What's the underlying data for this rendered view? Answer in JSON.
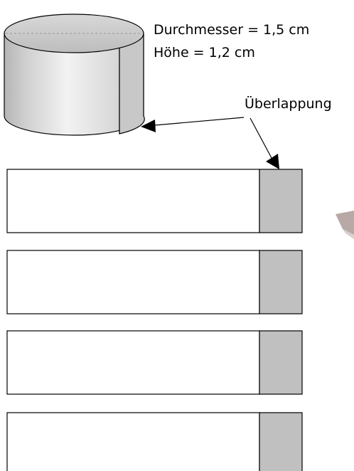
{
  "cylinder": {
    "diameter_label": "Durchmesser = 1,5 cm",
    "height_label": "Höhe = 1,2 cm"
  },
  "overlap_label": "Überlappung",
  "strip_count": 4,
  "colors": {
    "strip_tab": "#c0c0c0",
    "cylinder_body": "#dedede",
    "cylinder_top": "#cfcfcf",
    "stroke": "#000000",
    "partial_shape": "#b8a9a6"
  }
}
